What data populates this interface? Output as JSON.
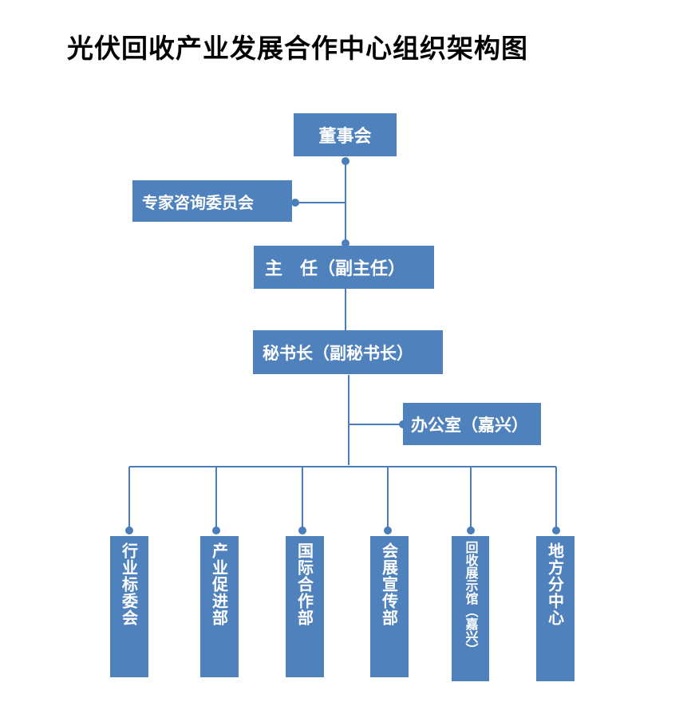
{
  "title": "光伏回收产业发展合作中心组织架构图",
  "nodes": {
    "board": "董事会",
    "expert_committee": "专家咨询委员会",
    "director": "主　任（副主任）",
    "secretary_general": "秘书长（副秘书长）",
    "office": "办公室（嘉兴）",
    "departments": [
      "行业标委会",
      "产业促进部",
      "国际合作部",
      "会展宣传部",
      "回收展示馆（嘉兴）",
      "地方分中心"
    ]
  },
  "colors": {
    "box_fill": "#4f81bd",
    "connector": "#4a7ebb",
    "box_text": "#ffffff"
  }
}
